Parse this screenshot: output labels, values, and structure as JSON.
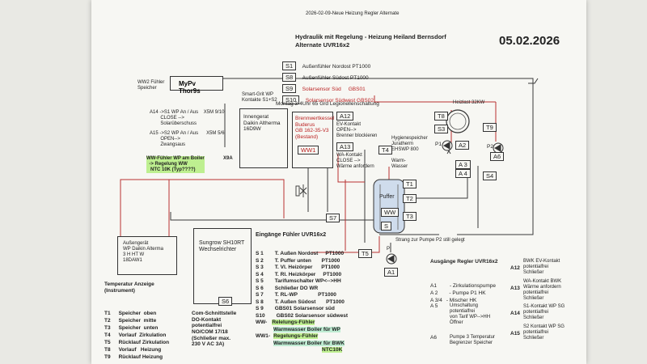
{
  "header": {
    "file_title": "2026-02-09-Neue Heizung Regler Alternate",
    "date": "05.02.2026",
    "title_line1": "Hydraulik mit Regelung - Heizung Heiland Bernsdorf",
    "title_line2": "Alternate UVR16x2"
  },
  "sensor_tags": [
    {
      "tag": "S1",
      "text": "Außenfühler Nordost PT1000",
      "red": false
    },
    {
      "tag": "S8",
      "text": "Außenfühler Südost PT1000",
      "red": false
    },
    {
      "tag": "S9",
      "text": "Solarsensor Süd     GBS01",
      "red": true
    },
    {
      "tag": "S10",
      "text": "Solarsensor Südwest GBS02",
      "red": true
    }
  ],
  "montag_note": "Montag 3-4Uhr 65 Grd Legionellenschaltung",
  "ww2": {
    "label": "WW2 Fühler\nSpeicher",
    "mypv": "MyPv Thor9s"
  },
  "smartgrid": {
    "label": "Smart-Grit WP\nKontakte S1+S2"
  },
  "innengeraet": {
    "text": "Innengerat\nDaikin Altherma\n16D9W"
  },
  "a14_block": "A14 ->S1 WP An / Aus    X5M 9/10\n        CLOSE -->\n        Solarüberschuss",
  "a15_block": "A15 ->S2 WP An / Aus      X5M 5/6\n        OPEN-->\n        Zwangsaus",
  "ww_fuehler": "WW-Fühler WP am Boiler\n  -> Regelung WW\n   NTC 10K (Typ????)",
  "x9a": "X9A",
  "brennwert": {
    "text": "Brennwertkessel\nBuderus\nGB 162-35-V3\n(Bestand)",
    "ww1_tag": "WW1"
  },
  "ev_block": {
    "tag": "A12",
    "text": "EV-Kontakt\nOPEN-->\nBrenner blockieren"
  },
  "wa_block": {
    "tag": "A13",
    "text": "WA-Kontakt\nCLOSE -->\nWärme anfordern"
  },
  "hygiene": {
    "text": "Hygienespeicher\nJuratherm\nEHSWP 800",
    "tag": "T4",
    "warm": "Warm-\nWasser"
  },
  "puffer": {
    "label": "Puffer",
    "ww_tag": "WW",
    "s_tag": "S"
  },
  "tank_tags": [
    "T1",
    "T2",
    "T3"
  ],
  "heizlast": {
    "label": "Heizlast 32KW",
    "t8": "T8",
    "s3": "S3",
    "t9": "T9"
  },
  "pumps": {
    "p1": "P1",
    "a2": "A2",
    "p2": "P2",
    "a6": "A6",
    "a3": "A 3",
    "a4": "A 4",
    "s4": "S4"
  },
  "s7_tag": "S7",
  "strang_note": "Strang zur Pumpe P2 still gelegt",
  "t5_tag": "T5",
  "p_bottom": {
    "label": "P",
    "tag": "A1"
  },
  "aussengeraet": "Außengerät\nWP Daikin Alterma\n3 H HT W\n18DAW1",
  "sungrow": {
    "text": "Sungrow SH10RT\nWechselrichter",
    "tag": "S6"
  },
  "eingaenge_title": "Eingänge Fühler UVR16x2",
  "eingaenge": [
    {
      "id": "S 1",
      "text": "T. Außen Nordost     PT1000",
      "hl": ""
    },
    {
      "id": "S 2",
      "text": "T. Puffer unten       PT1000",
      "hl": ""
    },
    {
      "id": "S 3",
      "text": "T. Vl. Heizörper      PT1000",
      "hl": ""
    },
    {
      "id": "S 4",
      "text": "T. Rl. Heizkörper     PT1000",
      "hl": ""
    },
    {
      "id": "S 5",
      "text": "Tarifumschalter WP<-->HH",
      "hl": ""
    },
    {
      "id": "S 6",
      "text": "Schließer DO WR",
      "hl": ""
    },
    {
      "id": "S 7",
      "text": "T. RL-WP              PT1000",
      "hl": ""
    },
    {
      "id": "S 8",
      "text": "T. Außen Südost       PT1000",
      "hl": ""
    },
    {
      "id": "S 9",
      "text": "GBS01 Solarsensor süd",
      "hl": ""
    },
    {
      "id": "S10",
      "text": "GBS02 Solarsensor südwest",
      "hl": ""
    },
    {
      "id": "WW-",
      "text": "Relelungs-Fühler",
      "hl": "hl"
    },
    {
      "id": "",
      "text": "Warmwasser Boiler für WP",
      "hl": "hl2"
    },
    {
      "id": "WW1-",
      "text": "Regelungs-Fühler",
      "hl": "hl"
    },
    {
      "id": "",
      "text": "Warmwasser Boiler für BWK",
      "hl": "hl2"
    },
    {
      "id": "",
      "text": "NTC10K",
      "hl": "hl"
    }
  ],
  "temp_title": "Temperatur Anzeige\n(Instrument)",
  "temp_list": [
    {
      "id": "T1",
      "text": "Speicher  oben"
    },
    {
      "id": "T2",
      "text": "Speicher  mitte"
    },
    {
      "id": "T3",
      "text": "Speicher  unten"
    },
    {
      "id": "T4",
      "text": "Vorlauf  Zirkulation"
    },
    {
      "id": "T5",
      "text": "Rücklauf Zirkulation"
    },
    {
      "id": "T8",
      "text": "Vorlauf   Heizung"
    },
    {
      "id": "T9",
      "text": "Rücklauf Heizung"
    }
  ],
  "com_block": "Com-Schnittstelle\nDO-Kontakt\npotentialfrei\nNO/COM 17/18\n(Schließer max.\n230 V AC 3A)",
  "ausgaenge_title": "Ausgänge Regler UVR16x2",
  "ausgaenge": [
    {
      "id": "A1",
      "text": "- Zirkulationspumpe"
    },
    {
      "id": "A 2",
      "text": "- Pumpe P1 HK"
    },
    {
      "id": "A 3/4",
      "text": "- Mischer HK"
    }
  ],
  "a5": {
    "id": "A 5",
    "text": "Umschaltung\npotentialfrei\nvon Tarif WP-->HH\nÖffner"
  },
  "a6": {
    "id": "A6",
    "text": "Pumpe 3 Temperatur\nBegrenzer Speicher"
  },
  "right_list": [
    {
      "id": "A12",
      "text": "BWK EV-Kontakt\npotentialfrei\nSchließer"
    },
    {
      "id": "A13",
      "text": "WA-Kontakt BWK\nWärme anfordern\npotentialfrei\nSchließer"
    },
    {
      "id": "A14",
      "text": "S1-Kontakt WP SG\npotentialfrei\nSchließer"
    },
    {
      "id": "A15",
      "text": "S2 Kontakt WP SG\npotentialfrei\nSchließer"
    }
  ],
  "colors": {
    "pipe_red": "#b83232",
    "pipe_black": "#3a3a3a",
    "highlight": "#a0eb5a"
  }
}
